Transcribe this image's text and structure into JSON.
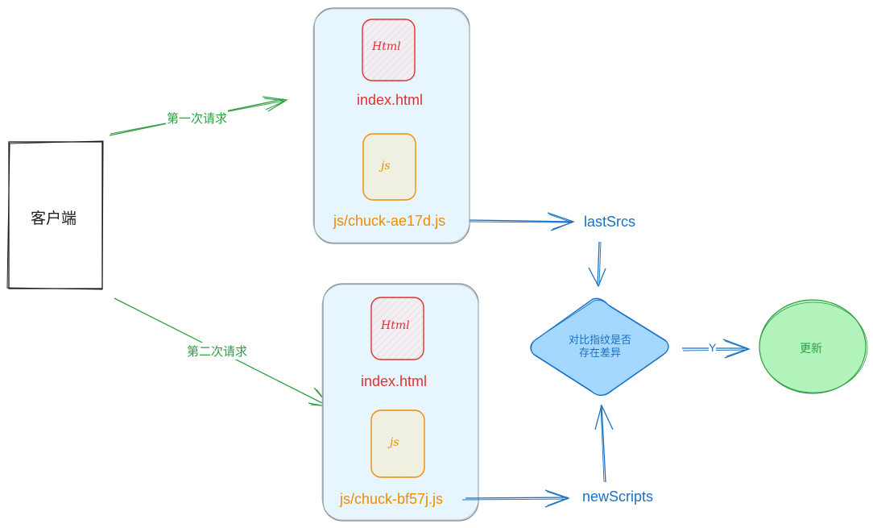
{
  "client": {
    "label": "客户端"
  },
  "requests": {
    "first": "第一次请求",
    "second": "第二次请求"
  },
  "bundle_first": {
    "html_icon": "Html",
    "html_file": "index.html",
    "js_icon": "js",
    "js_file": "js/chuck-ae17d.js"
  },
  "bundle_second": {
    "html_icon": "Html",
    "html_file": "index.html",
    "js_icon": "js",
    "js_file": "js/chuck-bf57j.js"
  },
  "flow": {
    "last_srcs": "lastSrcs",
    "new_scripts": "newScripts",
    "decision": "对比指纹是否存在差异",
    "yes_label": "Y",
    "result": "更新"
  },
  "colors": {
    "green_stroke": "#2f9e44",
    "blue_stroke": "#1971c2",
    "red": "#e03131",
    "orange": "#f08c00",
    "container_fill": "#e7f5ff",
    "diamond_fill": "#a5d8ff",
    "result_fill": "#b2f2bb"
  }
}
